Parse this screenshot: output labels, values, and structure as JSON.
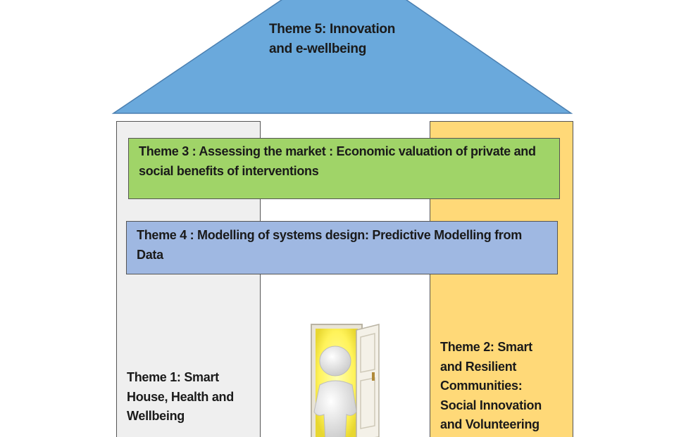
{
  "roof": {
    "label": "Theme 5: Innovation\nand e-wellbeing",
    "color": "#6aa9dc"
  },
  "pillars": {
    "left": {
      "label": "Theme 1: Smart\nHouse, Health and\nWellbeing",
      "color": "#efefef"
    },
    "right": {
      "label": "Theme 2: Smart\nand Resilient\nCommunities:\nSocial Innovation\nand Volunteering",
      "color": "#ffd978"
    }
  },
  "beams": {
    "theme3": {
      "label": "Theme 3 : Assessing the market : Economic valuation of private and social benefits of interventions",
      "color": "#a0d468"
    },
    "theme4": {
      "label": "Theme 4 : Modelling of systems design: Predictive Modelling from Data",
      "color": "#9fb8e2"
    }
  },
  "illustration": {
    "icon": "figure-at-open-door-icon"
  }
}
